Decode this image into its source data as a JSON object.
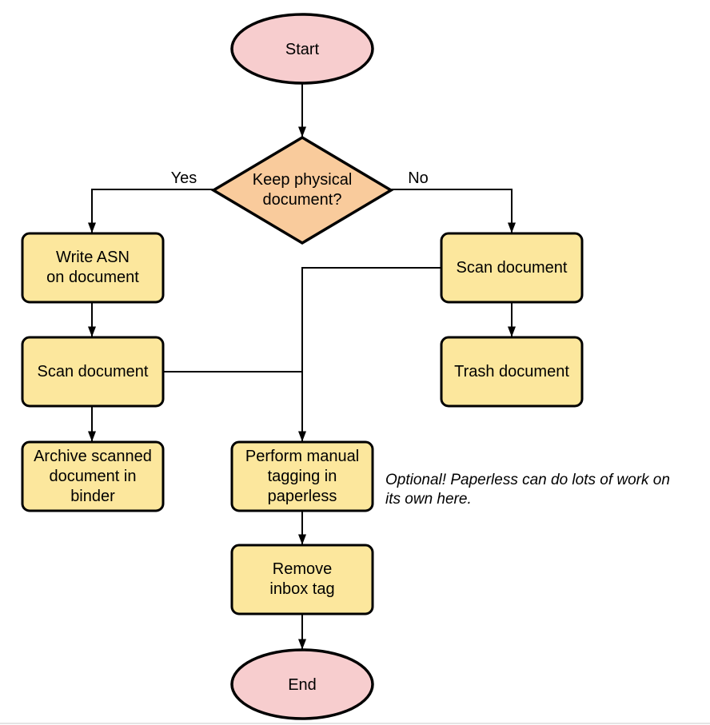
{
  "flowchart": {
    "nodes": {
      "start": {
        "label": "Start",
        "shape": "terminator"
      },
      "decision": {
        "label": "Keep physical\ndocument?",
        "shape": "decision"
      },
      "write_asn": {
        "label": "Write ASN\non document",
        "shape": "process"
      },
      "scan_left": {
        "label": "Scan document",
        "shape": "process"
      },
      "archive": {
        "label": "Archive scanned\ndocument in\nbinder",
        "shape": "process"
      },
      "scan_right": {
        "label": "Scan document",
        "shape": "process"
      },
      "trash": {
        "label": "Trash document",
        "shape": "process"
      },
      "tagging": {
        "label": "Perform manual\ntagging in\npaperless",
        "shape": "process"
      },
      "remove_inbox": {
        "label": "Remove\ninbox tag",
        "shape": "process"
      },
      "end": {
        "label": "End",
        "shape": "terminator"
      }
    },
    "edge_labels": {
      "yes": "Yes",
      "no": "No"
    },
    "annotation": "Optional! Paperless can do lots of work on\nits own here.",
    "colors": {
      "terminator_fill": "#f7cdce",
      "decision_fill": "#f9cb9c",
      "process_fill": "#fce79d",
      "stroke": "#000000"
    },
    "edges": [
      {
        "from": "Start",
        "to": "Keep physical document?"
      },
      {
        "from": "Keep physical document?",
        "to": "Write ASN on document",
        "label": "Yes"
      },
      {
        "from": "Keep physical document?",
        "to": "Scan document (right)",
        "label": "No"
      },
      {
        "from": "Write ASN on document",
        "to": "Scan document (left)"
      },
      {
        "from": "Scan document (left)",
        "to": "Archive scanned document in binder"
      },
      {
        "from": "Scan document (left)",
        "to": "Perform manual tagging in paperless"
      },
      {
        "from": "Scan document (right)",
        "to": "Trash document"
      },
      {
        "from": "Scan document (right)",
        "to": "Perform manual tagging in paperless"
      },
      {
        "from": "Perform manual tagging in paperless",
        "to": "Remove inbox tag"
      },
      {
        "from": "Remove inbox tag",
        "to": "End"
      }
    ]
  }
}
